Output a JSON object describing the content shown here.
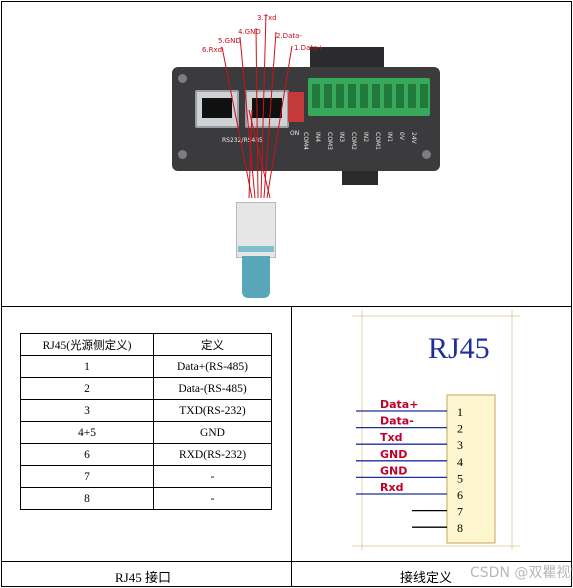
{
  "photo": {
    "pin_labels": [
      "3.Txd",
      "4.GND",
      "2.Data-",
      "5.GND",
      "6.Rxd",
      "1.Data+"
    ],
    "port_label": "RS232/RS485",
    "terminal_labels": [
      "COM4",
      "IN4",
      "COM3",
      "IN3",
      "COM2",
      "IN2",
      "COM1",
      "IN1",
      "0V",
      "24V"
    ],
    "dip_label": "ON"
  },
  "pin_table": {
    "headers": [
      "RJ45(光源侧定义)",
      "定义"
    ],
    "rows": [
      [
        "1",
        "Data+(RS-485)"
      ],
      [
        "2",
        "Data-(RS-485)"
      ],
      [
        "3",
        "TXD(RS-232)"
      ],
      [
        "4+5",
        "GND"
      ],
      [
        "6",
        "RXD(RS-232)"
      ],
      [
        "7",
        "-"
      ],
      [
        "8",
        "-"
      ]
    ]
  },
  "schematic": {
    "title": "RJ45",
    "signals": [
      "Data+",
      "Data-",
      "Txd",
      "GND",
      "GND",
      "Rxd"
    ],
    "pins": [
      "1",
      "2",
      "3",
      "4",
      "5",
      "6",
      "7",
      "8"
    ]
  },
  "captions": {
    "left": "RJ45 接口",
    "right": "接线定义"
  },
  "watermark": "CSDN @双瞿视觉",
  "colors": {
    "wire_red": "#d0101a",
    "signal_red": "#c0002a",
    "schematic_blue": "#1f2f9a",
    "pin_box": "#fef6cf",
    "pin_box_border": "#c8a45a"
  }
}
